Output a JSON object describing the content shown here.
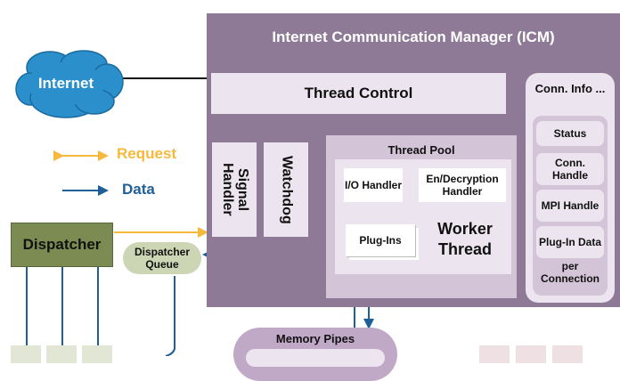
{
  "internet": {
    "label": "Internet"
  },
  "legend": {
    "request": "Request",
    "data": "Data"
  },
  "icm": {
    "title": "Internet Communication Manager (ICM)"
  },
  "thread_control": {
    "label": "Thread Control"
  },
  "signal_handler": {
    "label": "Signal Handler"
  },
  "watchdog": {
    "label": "Watchdog"
  },
  "thread_pool": {
    "title": "Thread Pool",
    "io_handler": "I/O Handler",
    "encryption_handler": "En/Decryption Handler",
    "plugins": "Plug-Ins",
    "worker_thread": "Worker Thread"
  },
  "conn_info": {
    "title": "Conn. Info ...",
    "items": [
      "Status",
      "Conn. Handle",
      "MPI Handle",
      "Plug-In Data"
    ],
    "footer": "per Connection"
  },
  "dispatcher": {
    "label": "Dispatcher",
    "queue": "Dispatcher Queue"
  },
  "memory_pipes": {
    "label": "Memory Pipes"
  },
  "colors": {
    "request_arrow": "#f6b93b",
    "data_arrow": "#1f5f97",
    "icm_background": "#8e7a97",
    "panel_light": "#ece4ee",
    "thread_pool_background": "#d3c5d7",
    "dispatcher_background": "#7b8b51",
    "internet_cloud": "#2b8fcc"
  }
}
